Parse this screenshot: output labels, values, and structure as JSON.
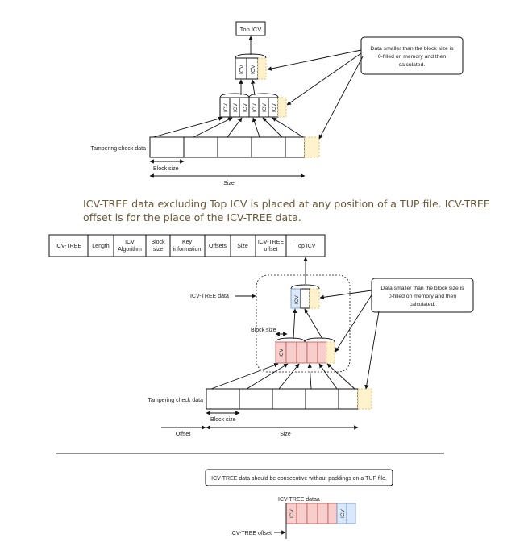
{
  "top_diagram": {
    "top_icv_label": "Top ICV",
    "note_text": [
      "Data smaller than the block size is",
      "0-filled on memory and then",
      "calculated."
    ],
    "icv_label": "ICV",
    "tampering_label": "Tampering check data",
    "block_size_label": "Block size",
    "size_label": "Size"
  },
  "caption": {
    "line1": "ICV-TREE data excluding Top ICV is placed at any position of a TUP file. ICV-TREE",
    "line2": "offset is for the place of the ICV-TREE data."
  },
  "header_table": {
    "cells": [
      [
        "ICV-TREE"
      ],
      [
        "Length"
      ],
      [
        "ICV",
        "Algorithm"
      ],
      [
        "Block",
        "size"
      ],
      [
        "Key",
        "information"
      ],
      [
        "Offsets"
      ],
      [
        "Size"
      ],
      [
        "ICV-TREE",
        "offset"
      ],
      [
        "Top ICV"
      ]
    ]
  },
  "middle_diagram": {
    "icv_tree_data_label": "ICV-TREE data",
    "note_text": [
      "Data smaller than the block size is",
      "0-filled on memory and then",
      "calculated."
    ],
    "icv_label": "ICV",
    "block_size_label": "Block size",
    "tampering_label": "Tampering check data",
    "block_size_label2": "Block size",
    "offset_label": "Offset",
    "size_label": "Size"
  },
  "bottom_diagram": {
    "note": "ICV-TREE data should be consecutive without paddings on a TUP file.",
    "tree_data_label": "ICV-TREE dataa",
    "icv_label": "ICV",
    "offset_label": "ICV-TREE offset"
  },
  "colors": {
    "pink": "#f8cecc",
    "blue": "#dae8fc",
    "yellow": "#fff2cc",
    "caption_text": "#6b5a3a"
  }
}
